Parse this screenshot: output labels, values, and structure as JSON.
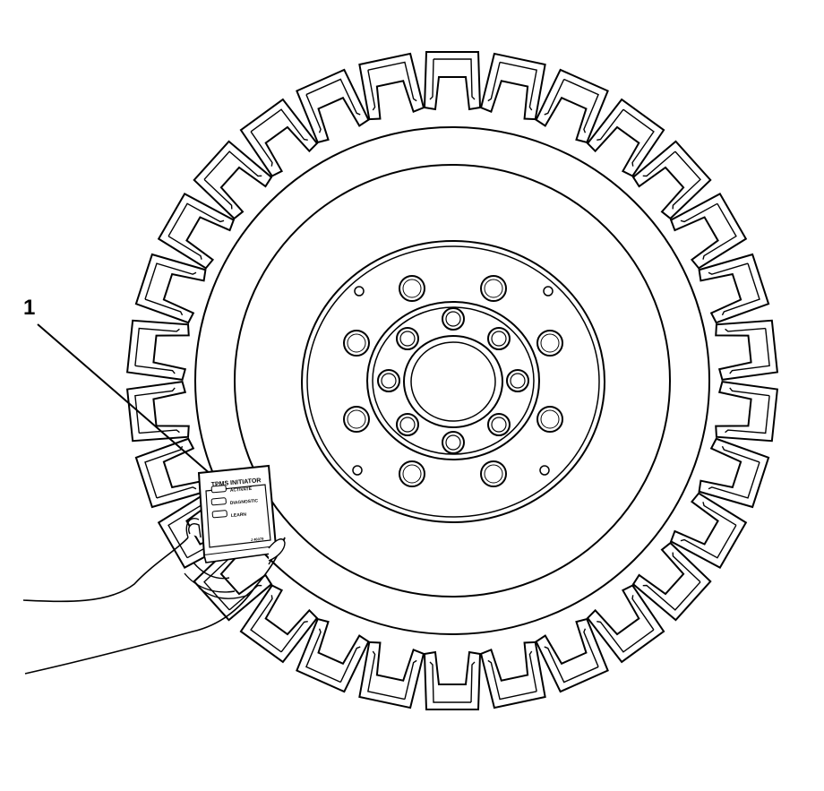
{
  "callout": {
    "number": "1"
  },
  "tool": {
    "header": "TPMS INITIATOR",
    "buttons": [
      {
        "label": "ACTIVATE"
      },
      {
        "label": "DIAGNOSTIC"
      },
      {
        "label": "LEARN"
      }
    ],
    "footer": "J 46079"
  },
  "colors": {
    "line": "#000000",
    "background": "#ffffff"
  }
}
